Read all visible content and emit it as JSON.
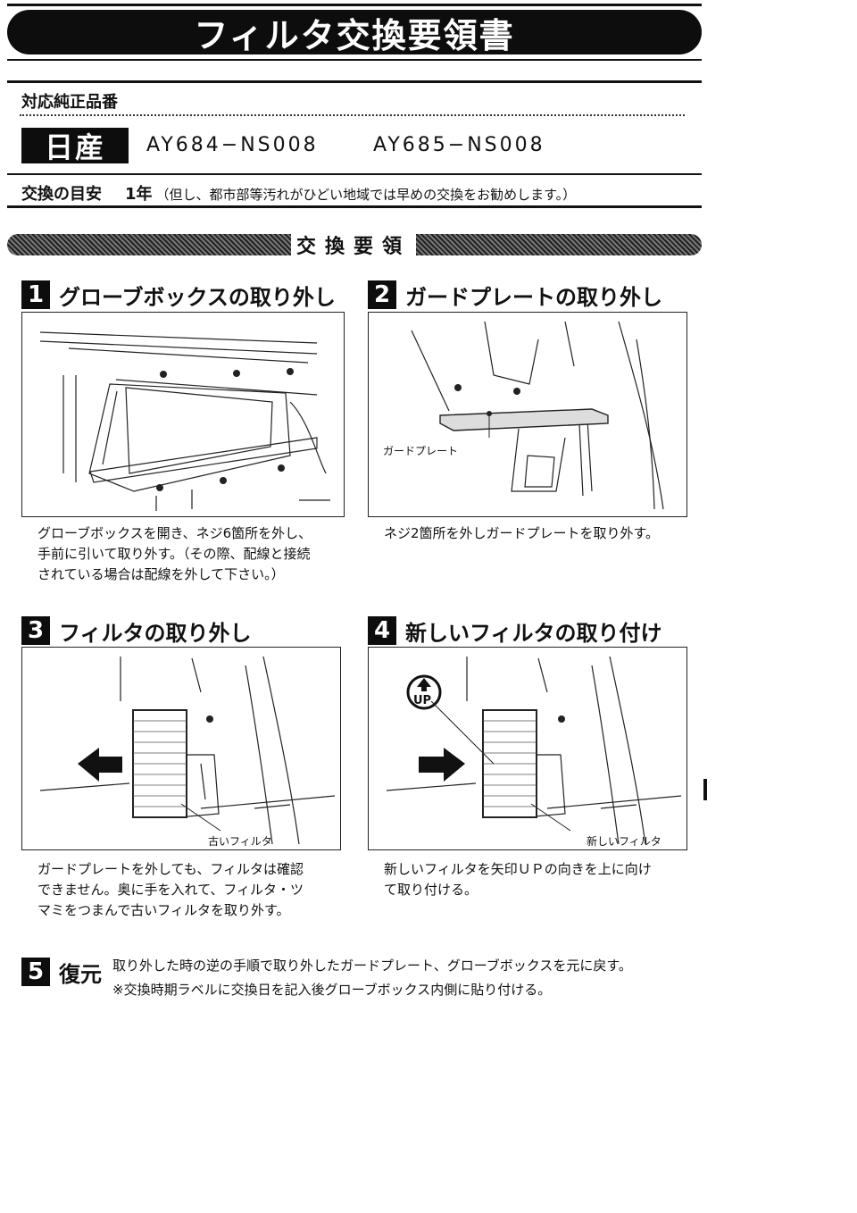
{
  "header": {
    "title": "フィルタ交換要領書"
  },
  "parts": {
    "label": "対応純正品番",
    "maker": "日産",
    "numbers": [
      "AY684−NS008",
      "AY685−NS008"
    ]
  },
  "interval": {
    "label": "交換の目安",
    "value": "1年",
    "note": "（但し、都市部等汚れがひどい地域では早めの交換をお勧めします。）"
  },
  "section_title": "交換要領",
  "steps": [
    {
      "num": "1",
      "title": "グローブボックスの取り外し",
      "caption_lines": [
        "グローブボックスを開き、ネジ6箇所を外し、",
        "手前に引いて取り外す。（その際、配線と接続",
        "されている場合は配線を外して下さい。）"
      ]
    },
    {
      "num": "2",
      "title": "ガードプレートの取り外し",
      "callout": "ガードプレート",
      "caption_lines": [
        "ネジ2箇所を外しガードプレートを取り外す。"
      ]
    },
    {
      "num": "3",
      "title": "フィルタの取り外し",
      "callout": "古いフィルタ",
      "caption_lines": [
        "ガードプレートを外しても、フィルタは確認",
        "できません。奥に手を入れて、フィルタ・ツ",
        "マミをつまんで古いフィルタを取り外す。"
      ]
    },
    {
      "num": "4",
      "title": "新しいフィルタの取り付け",
      "callout": "新しいフィルタ",
      "up_mark": "UP",
      "caption_lines": [
        "新しいフィルタを矢印ＵＰの向きを上に向け",
        "て取り付ける。"
      ]
    }
  ],
  "restore": {
    "num": "5",
    "title": "復元",
    "line1": "取り外した時の逆の手順で取り外したガードプレート、グローブボックスを元に戻す。",
    "line2": "※交換時期ラベルに交換日を記入後グローブボックス内側に貼り付ける。"
  }
}
